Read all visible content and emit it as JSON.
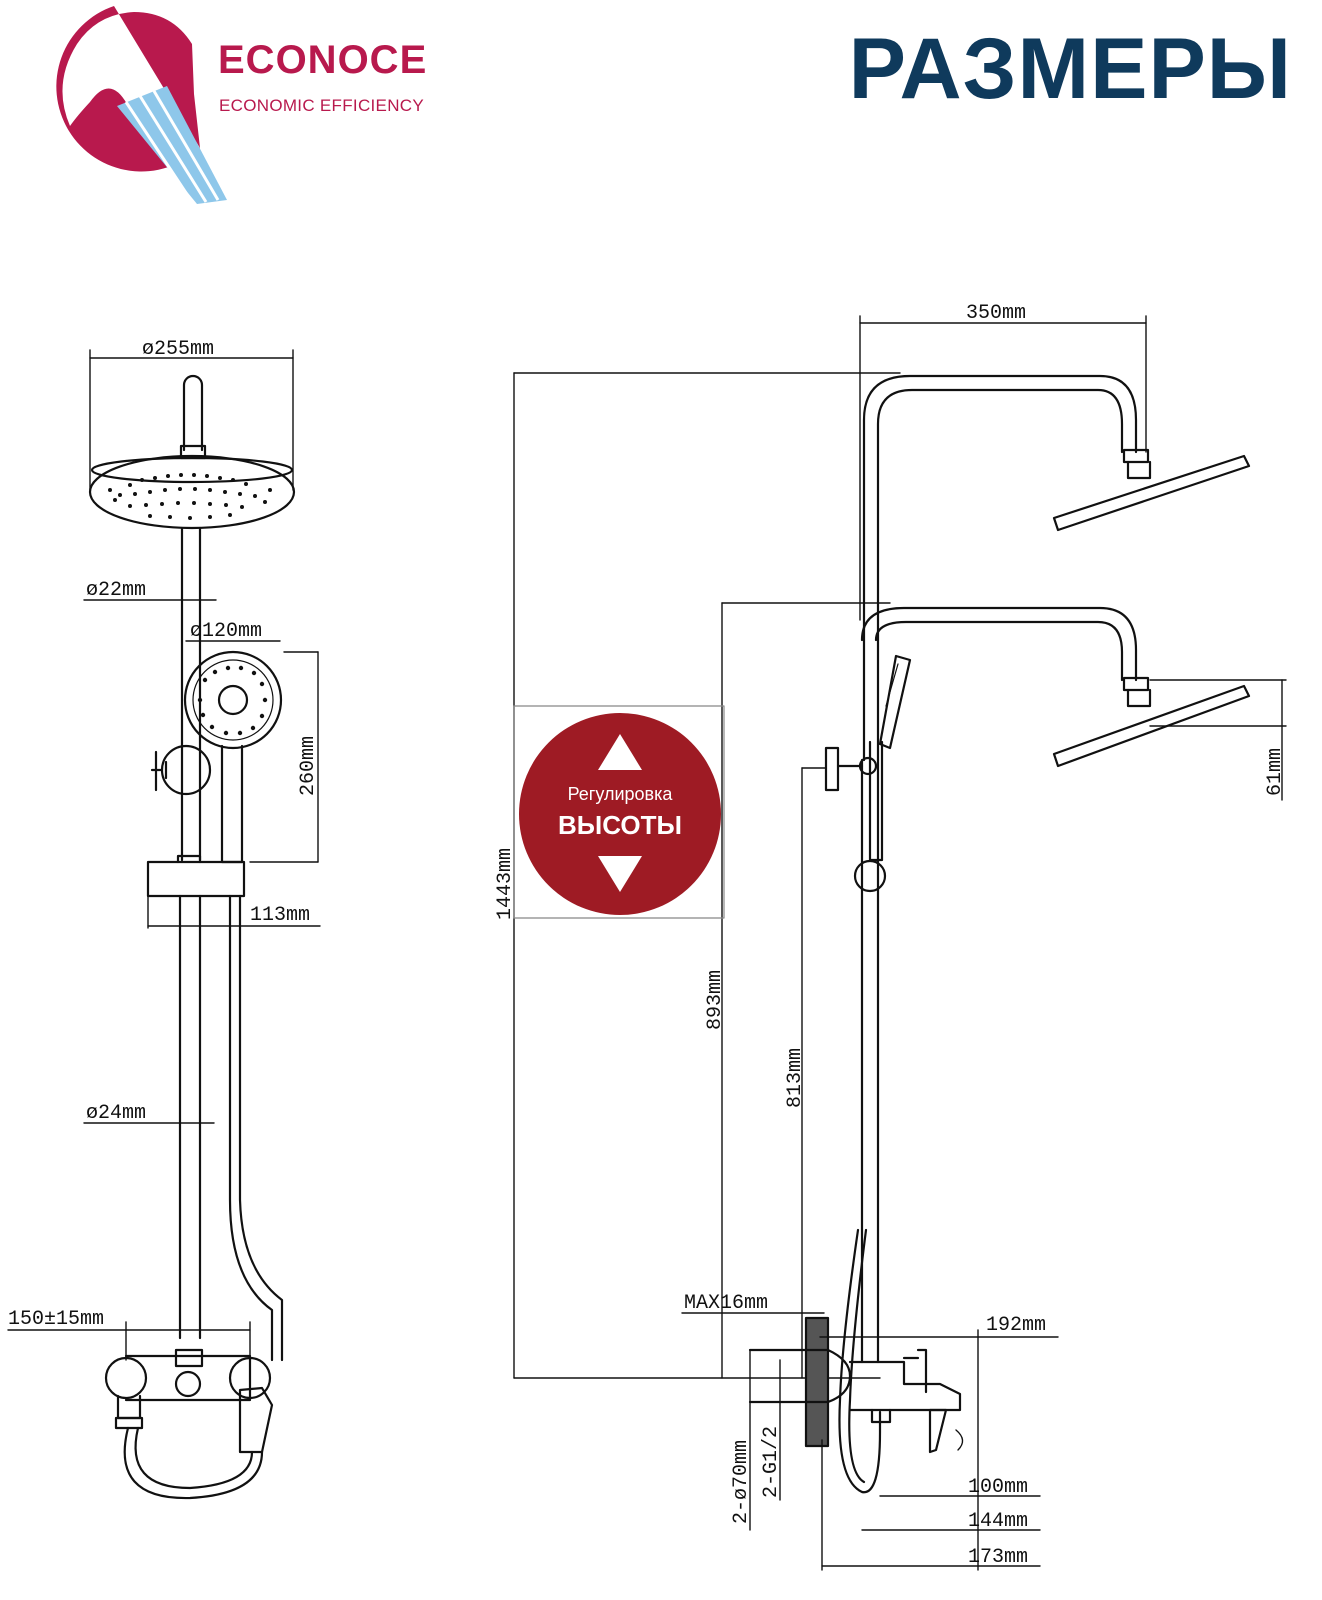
{
  "brand": {
    "name": "ECONOCE",
    "tagline": "ECONOMIC EFFICIENCY",
    "colors": {
      "primary": "#b8194d",
      "water": "#8ec7ea"
    }
  },
  "page_title": "РАЗМЕРЫ",
  "front_view": {
    "head_diameter": "ø255mm",
    "pipe_diameter_upper": "ø22mm",
    "hand_shower_diameter": "ø120mm",
    "hand_shower_length": "260mm",
    "holder_offset": "113mm",
    "pipe_diameter_lower": "ø24mm",
    "inlet_spacing": "150±15mm"
  },
  "side_view": {
    "arm_reach": "350mm",
    "total_height": "1443mm",
    "head_thickness": "61mm",
    "height_to_lower_arm": "893mm",
    "height_to_valve": "813mm",
    "wall_gap_max": "MAX16mm",
    "mixer_depth": "192mm",
    "flange_diameter": "2-ø70mm",
    "inlet_thread": "2-G1/2",
    "spout_100": "100mm",
    "spout_144": "144mm",
    "spout_173": "173mm"
  },
  "height_badge": {
    "line1": "Регулировка",
    "line2": "ВЫСОТЫ",
    "color": "#9e1b24"
  }
}
